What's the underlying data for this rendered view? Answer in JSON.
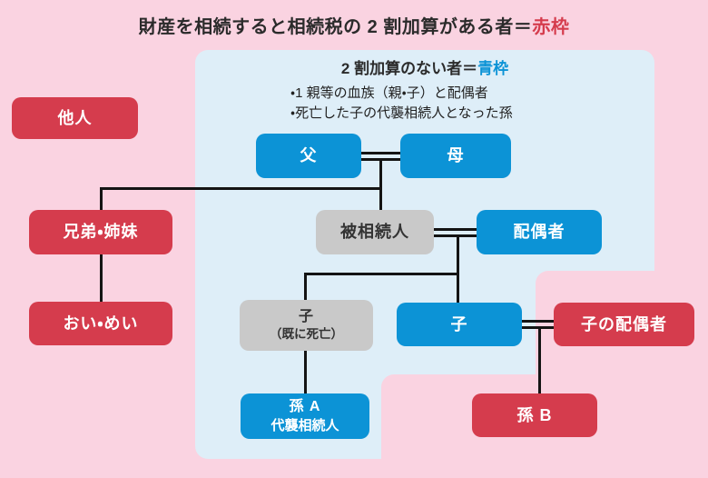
{
  "title": {
    "text": "財産を相続すると相続税の 2 割加算がある者＝",
    "highlight": "赤枠"
  },
  "panel": {
    "heading": "2 割加算のない者＝",
    "heading_highlight": "青枠",
    "bullets": [
      "・1 親等の血族（親・子）と配偶者",
      "・死亡した子の代襲相続人となった孫"
    ]
  },
  "nodes": {
    "other_person": {
      "label": "他人",
      "category": "red"
    },
    "father": {
      "label": "父",
      "category": "blue"
    },
    "mother": {
      "label": "母",
      "category": "blue"
    },
    "siblings": {
      "label": "兄弟・姉妹",
      "category": "red"
    },
    "nephews_nieces": {
      "label": "おい・めい",
      "category": "red"
    },
    "decedent": {
      "label": "被相続人",
      "category": "gray"
    },
    "spouse": {
      "label": "配偶者",
      "category": "blue"
    },
    "deceased_child": {
      "label": "子",
      "sublabel": "（既に死亡）",
      "category": "gray"
    },
    "child": {
      "label": "子",
      "category": "blue"
    },
    "childs_spouse": {
      "label": "子の配偶者",
      "category": "red"
    },
    "grandchild_a": {
      "label": "孫 A",
      "sublabel": "代襲相続人",
      "category": "blue"
    },
    "grandchild_b": {
      "label": "孫 B",
      "category": "red"
    }
  },
  "colors": {
    "background_pink": "#FAD3E1",
    "panel_light_blue": "#DEEEF8",
    "box_red": "#D53C4D",
    "box_blue": "#0C93D6",
    "box_gray": "#C9C9C9",
    "connector_black": "#141414",
    "title_text": "#2B2B2B",
    "highlight_red": "#D53C4D",
    "highlight_blue": "#0C93D6"
  }
}
